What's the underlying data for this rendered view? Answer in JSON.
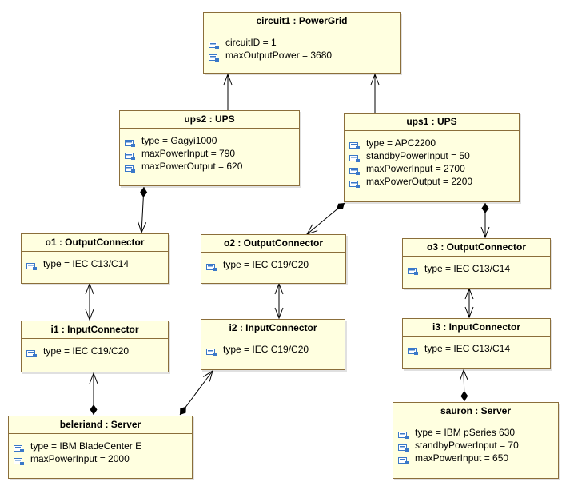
{
  "objects": {
    "circuit1": {
      "title": "circuit1 : PowerGrid",
      "attrs": [
        "circuitID = 1",
        "maxOutputPower = 3680"
      ]
    },
    "ups2": {
      "title": "ups2 : UPS",
      "attrs": [
        "type = Gagyi1000",
        "maxPowerInput = 790",
        "maxPowerOutput = 620"
      ]
    },
    "ups1": {
      "title": "ups1 : UPS",
      "attrs": [
        "type = APC2200",
        "standbyPowerInput = 50",
        "maxPowerInput = 2700",
        "maxPowerOutput = 2200"
      ]
    },
    "o1": {
      "title": "o1 : OutputConnector",
      "attrs": [
        "type = IEC C13/C14"
      ]
    },
    "o2": {
      "title": "o2 : OutputConnector",
      "attrs": [
        "type = IEC C19/C20"
      ]
    },
    "o3": {
      "title": "o3 : OutputConnector",
      "attrs": [
        "type = IEC C13/C14"
      ]
    },
    "i1": {
      "title": "i1 : InputConnector",
      "attrs": [
        "type = IEC C19/C20"
      ]
    },
    "i2": {
      "title": "i2 : InputConnector",
      "attrs": [
        "type = IEC C19/C20"
      ]
    },
    "i3": {
      "title": "i3 : InputConnector",
      "attrs": [
        "type = IEC C13/C14"
      ]
    },
    "beleriand": {
      "title": "beleriand : Server",
      "attrs": [
        "type = IBM BladeCenter E",
        "maxPowerInput = 2000"
      ]
    },
    "sauron": {
      "title": "sauron : Server",
      "attrs": [
        "type = IBM pSeries 630",
        "standbyPowerInput = 70",
        "maxPowerInput = 650"
      ]
    }
  },
  "colors": {
    "fill": "#ffffe0",
    "border": "#8b6e3a",
    "line": "#000000",
    "attr_icon": "#3a78c8"
  },
  "attribute_icon": "field-icon",
  "links": [
    {
      "from": "ups2",
      "to": "circuit1",
      "start": "none",
      "end": "open-arrow"
    },
    {
      "from": "ups1",
      "to": "circuit1",
      "start": "none",
      "end": "open-arrow"
    },
    {
      "from": "ups2",
      "to": "o1",
      "start": "diamond",
      "end": "open-arrow"
    },
    {
      "from": "ups1",
      "to": "o2",
      "start": "diamond",
      "end": "open-arrow"
    },
    {
      "from": "ups1",
      "to": "o3",
      "start": "diamond",
      "end": "open-arrow"
    },
    {
      "from": "o1",
      "to": "i1",
      "start": "open-arrow",
      "end": "open-arrow"
    },
    {
      "from": "o2",
      "to": "i2",
      "start": "open-arrow",
      "end": "open-arrow"
    },
    {
      "from": "o3",
      "to": "i3",
      "start": "open-arrow",
      "end": "open-arrow"
    },
    {
      "from": "beleriand",
      "to": "i1",
      "start": "diamond",
      "end": "open-arrow"
    },
    {
      "from": "beleriand",
      "to": "i2",
      "start": "diamond",
      "end": "open-arrow"
    },
    {
      "from": "sauron",
      "to": "i3",
      "start": "diamond",
      "end": "open-arrow"
    }
  ]
}
